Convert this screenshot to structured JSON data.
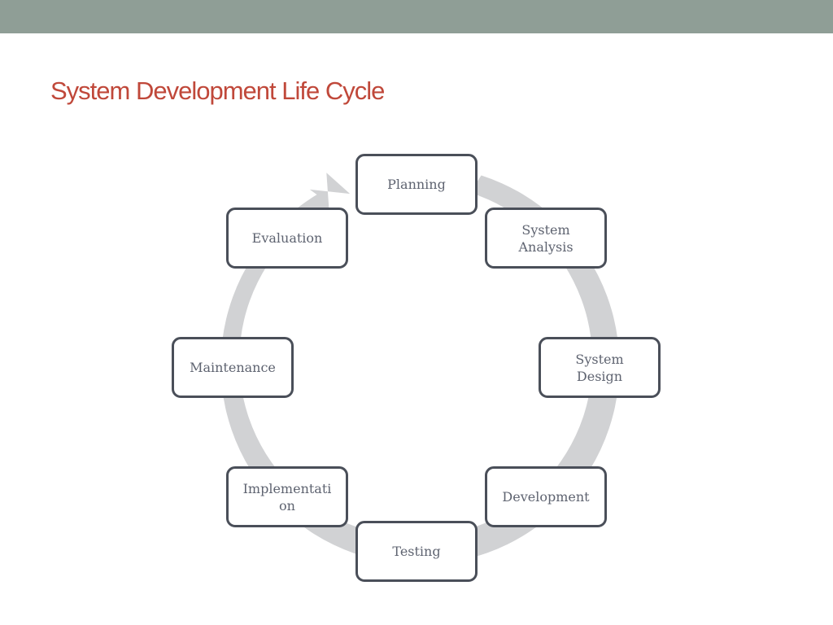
{
  "slide": {
    "title": "System Development Life Cycle"
  },
  "colors": {
    "header_bar": "#8f9e96",
    "title": "#c0483a",
    "node_border": "#4a4f59",
    "node_text": "#5e6370",
    "cycle_arrow": "#d1d2d4"
  },
  "cycle": {
    "direction": "clockwise",
    "stages": [
      {
        "label": "Planning"
      },
      {
        "label": "System\nAnalysis"
      },
      {
        "label": "System\nDesign"
      },
      {
        "label": "Development"
      },
      {
        "label": "Testing"
      },
      {
        "label": "Implementati\non"
      },
      {
        "label": "Maintenance"
      },
      {
        "label": "Evaluation"
      }
    ]
  }
}
